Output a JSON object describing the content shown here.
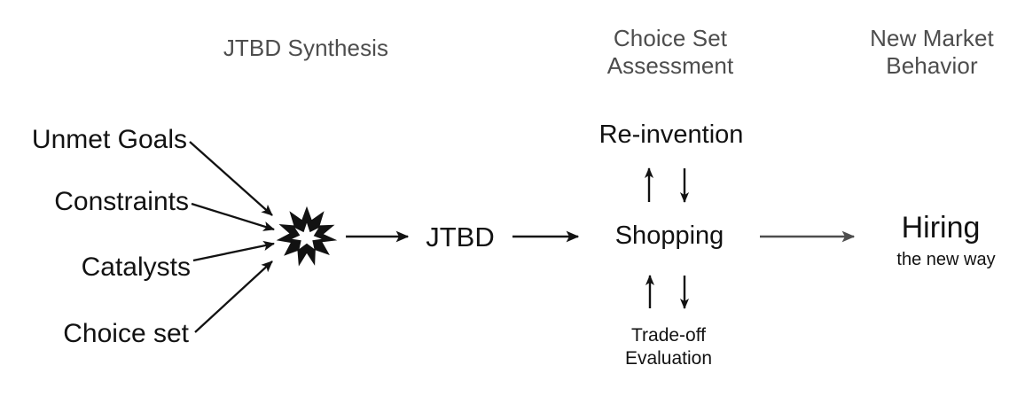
{
  "diagram": {
    "title_text": "JTBD Synthesis process diagram",
    "background": "#ffffff",
    "ink": "#121212",
    "header_color": "#4d4d4d",
    "headers": [
      {
        "id": "jtbd-synthesis",
        "label": "JTBD Synthesis"
      },
      {
        "id": "choice-set-assessment",
        "label": "Choice Set\nAssessment"
      },
      {
        "id": "new-market-behavior",
        "label": "New Market\nBehavior"
      }
    ],
    "inputs": [
      {
        "id": "unmet-goals",
        "label": "Unmet Goals"
      },
      {
        "id": "constraints",
        "label": "Constraints"
      },
      {
        "id": "catalysts",
        "label": "Catalysts"
      },
      {
        "id": "choice-set",
        "label": "Choice set"
      }
    ],
    "burst": {
      "id": "synthesis-burst",
      "icon": "starburst-icon",
      "fill": "#121212",
      "inner_fill": "#ffffff"
    },
    "nodes": {
      "jtbd": "JTBD",
      "reinvention": "Re-invention",
      "shopping": "Shopping",
      "tradeoff": "Trade-off\nEvaluation",
      "outcome_main": "Hiring",
      "outcome_sub": "the new way"
    },
    "connectors": {
      "input_arrows": "converging-arrows",
      "burst_to_jtbd": "arrow-right",
      "jtbd_to_shopping": "arrow-right",
      "shopping_to_reinvention": "arrow-up",
      "reinvention_to_shopping": "arrow-down",
      "shopping_to_tradeoff": "arrow-down",
      "tradeoff_to_shopping": "arrow-up",
      "shopping_to_hiring": "arrow-right"
    }
  }
}
